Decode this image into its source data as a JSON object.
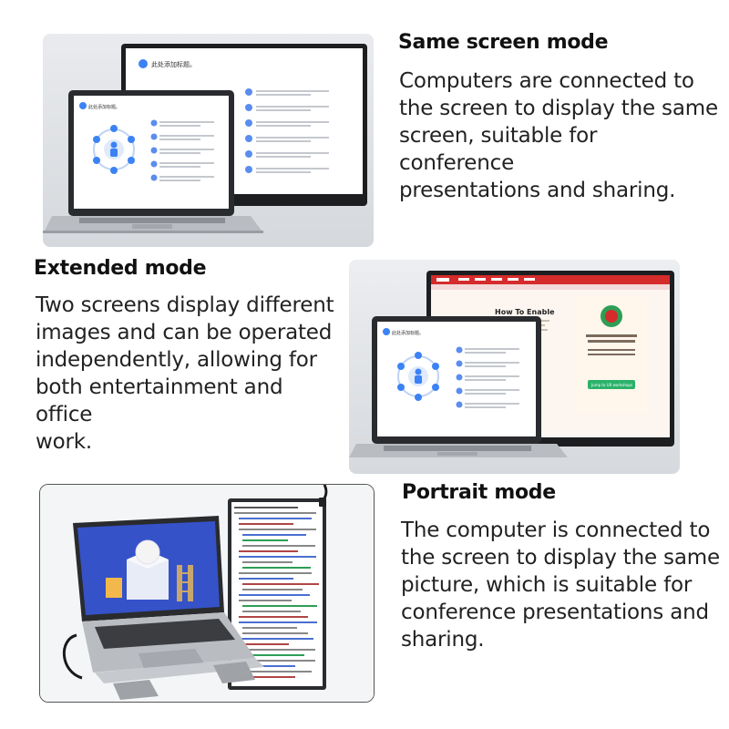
{
  "sections": [
    {
      "title": "Same screen mode",
      "lines": [
        "Computers are connected to",
        "the screen to display the same",
        "screen, suitable for conference",
        "presentations and sharing."
      ]
    },
    {
      "title": "Extended mode",
      "lines": [
        "Two screens display different",
        "images and can be operated",
        "independently, allowing for",
        "both entertainment and office",
        "work."
      ]
    },
    {
      "title": "Portrait mode",
      "lines": [
        "The computer is connected to",
        "the screen to display the same",
        "picture, which is suitable for",
        "conference presentations and",
        "sharing."
      ]
    }
  ],
  "screen_content": {
    "slide_heading": "此处添加标题。",
    "article_heading": "How To Enable",
    "cta_label": "Jump to UX workshops"
  },
  "colors": {
    "accent_blue": "#3b82f6",
    "site_red": "#d62b2b",
    "laptop_silver": "#b9bcc1",
    "wall_blue": "#3552c8"
  }
}
